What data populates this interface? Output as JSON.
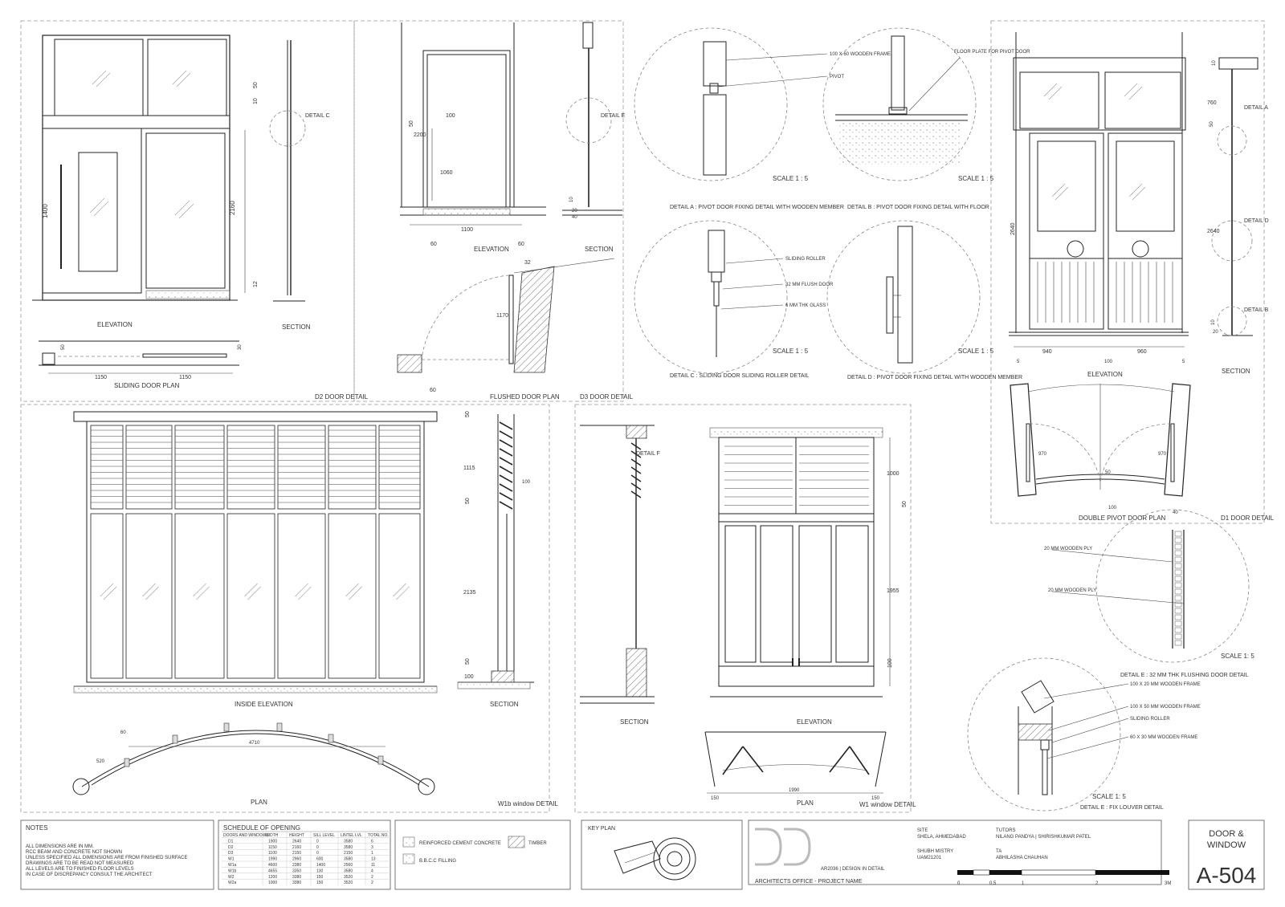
{
  "d2": {
    "elevation": "ELEVATION",
    "section": "SECTION",
    "plan": "SLIDING DOOR PLAN",
    "panel": "D2 DOOR DETAIL",
    "detail_c": "DETAIL C",
    "dims": {
      "h1": "2160",
      "h2": "1400",
      "w1": "1150",
      "w2": "1150",
      "d50a": "50",
      "d50b": "50",
      "d10": "10",
      "d12": "12",
      "d30": "30"
    }
  },
  "d3": {
    "elevation": "ELEVATION",
    "section": "SECTION",
    "plan": "FLUSHED DOOR PLAN",
    "panel": "D3 DOOR DETAIL",
    "detail_e": "DETAIL E",
    "dims": {
      "h": "2200",
      "w": "1100",
      "d1060": "1060",
      "d100": "100",
      "d60a": "60",
      "d60b": "60",
      "d1170": "1170",
      "d32": "32",
      "d50": "50",
      "d20": "20",
      "d40": "40",
      "d10": "10"
    }
  },
  "details": {
    "a_title": "DETAIL A :  PIVOT DOOR FIXING DETAIL WITH WOODEN MEMBER",
    "a_notes": [
      "100 X 60 WOODEN FRAME",
      "PIVOT"
    ],
    "b_title": "DETAIL B :  PIVOT DOOR FIXING DETAIL WITH FLOOR",
    "b_notes": [
      "FLOOR PLATE FOR PIVOT DOOR"
    ],
    "c_title": "DETAIL C : SLIDING DOOR SLIDING ROLLER DETAIL",
    "c_notes": [
      "SLIDING ROLLER",
      "32 MM FLUSH DOOR",
      "6 MM THK GLASS"
    ],
    "d_title": "DETAIL D :  PIVOT DOOR FIXING DETAIL WITH WOODEN MEMBER",
    "scale": "SCALE 1 : 5"
  },
  "d1": {
    "elevation": "ELEVATION",
    "section": "SECTION",
    "plan": "DOUBLE PIVOT DOOR PLAN",
    "panel": "D1 DOOR DETAIL",
    "detail_a": "DETAIL A",
    "detail_d": "DETAIL D",
    "detail_b": "DETAIL B",
    "dims": {
      "h1": "2640",
      "h2": "2640",
      "d760": "760",
      "d50": "50",
      "d10a": "10",
      "d10b": "10",
      "d20": "20",
      "w1": "940",
      "w2": "960",
      "d5a": "5",
      "d5b": "5",
      "d100": "100",
      "p970a": "970",
      "p970b": "970",
      "p50": "50",
      "p100": "100",
      "p40": "40"
    }
  },
  "w1b": {
    "inside_elevation": "INSIDE  ELEVATION",
    "section": "SECTION",
    "plan": "PLAN",
    "panel": "W1b window  DETAIL",
    "dims": {
      "d1115": "1115",
      "d2135": "2135",
      "d4710": "4710",
      "d520": "520",
      "d50a": "50",
      "d50b": "50",
      "d50c": "50",
      "d100": "100",
      "d60": "60",
      "d100b": "100"
    }
  },
  "w1": {
    "elevation": "ELEVATION",
    "section": "SECTION",
    "plan": "PLAN",
    "panel": "W1 window  DETAIL",
    "detail_f": "DETAIL F",
    "dims": {
      "d1000": "1000",
      "d1955": "1955",
      "d50": "50",
      "d100": "100",
      "w1990": "1990",
      "d150a": "150",
      "d150b": "150"
    }
  },
  "detail_e": {
    "title": "DETAIL E : 32 MM THK FLUSHING DOOR DETAIL",
    "notes": [
      "20 MM WOODEN PLY",
      "20 MM WOODEN PLY"
    ],
    "scale": "SCALE 1: 5"
  },
  "detail_louver": {
    "title": "DETAIL E : FIX LOUVER DETAIL",
    "notes": [
      "100 X 20 MM WOODEN FRAME",
      "100 X 50 MM WOODEN FRAME",
      "SLIDING ROLLER",
      "60 X 30 MM WOODEN FRAME"
    ],
    "scale": "SCALE 1: 5"
  },
  "notes": {
    "heading": "NOTES",
    "lines": [
      "ALL DIMENSIONS ARE IN MM.",
      "RCC BEAM AND CONCRETE NOT SHOWN",
      "UNLESS SPECIFIED ALL DIMENSIONS ARE FROM FINISHED SURFACE",
      "DRAWINGS ARE TO BE READ NOT MEASURED",
      "ALL LEVELS ARE TO FINISHED FLOOR LEVELS",
      "IN CASE OF DISCREPANCY CONSULT THE ARCHITECT"
    ]
  },
  "schedule": {
    "heading": "SCHEDULE OF OPENING",
    "columns": [
      "DOORS AND WINDOWS",
      "WIDTH",
      "HEIGHT",
      "SILL LEVEL",
      "LINTEL LVL",
      "TOTAL NO."
    ],
    "rows": [
      [
        "D1",
        "1900",
        "2640",
        "0",
        "3580",
        "6"
      ],
      [
        "D2",
        "1150",
        "2160",
        "0",
        "3580",
        "3"
      ],
      [
        "D3",
        "1100",
        "2150",
        "0",
        "2150",
        "1"
      ],
      [
        "W1",
        "1990",
        "2960",
        "600",
        "3580",
        "13"
      ],
      [
        "W1a",
        "4600",
        "2380",
        "1400",
        "2560",
        "11"
      ],
      [
        "W1b",
        "4655",
        "3350",
        "130",
        "3580",
        "4"
      ],
      [
        "W2",
        "1200",
        "3380",
        "150",
        "3520",
        "2"
      ],
      [
        "W2a",
        "1000",
        "3380",
        "150",
        "3520",
        "2"
      ]
    ]
  },
  "legend": {
    "rcc": "REINFORCED CEMENT CONCRETE",
    "bbcc": "B.B.C.C FILLING",
    "timber": "TIMBER"
  },
  "keyplan": {
    "heading": "KEY PLAN"
  },
  "title_block": {
    "office": "ARCHITECTS OFFICE - PROJECT NAME",
    "course": "AR2036  |  DESIGN IN DETAIL",
    "site_label": "SITE",
    "site": "SHELA, AHMEDABAD",
    "student": "SHUBH MISTRY",
    "student_id": "UAM21201",
    "tutors_label": "TUTORS",
    "tutors": "NILANG PANDYA  |  SHIRISHKUMAR PATEL",
    "ta_label": "TA",
    "ta": "ABHILASHA CHAUHAN",
    "scale_ticks": [
      "0",
      "0.5",
      "1",
      "2",
      "3M"
    ],
    "sheet_title": "DOOR & WINDOW",
    "sheet_number": "A-504"
  }
}
